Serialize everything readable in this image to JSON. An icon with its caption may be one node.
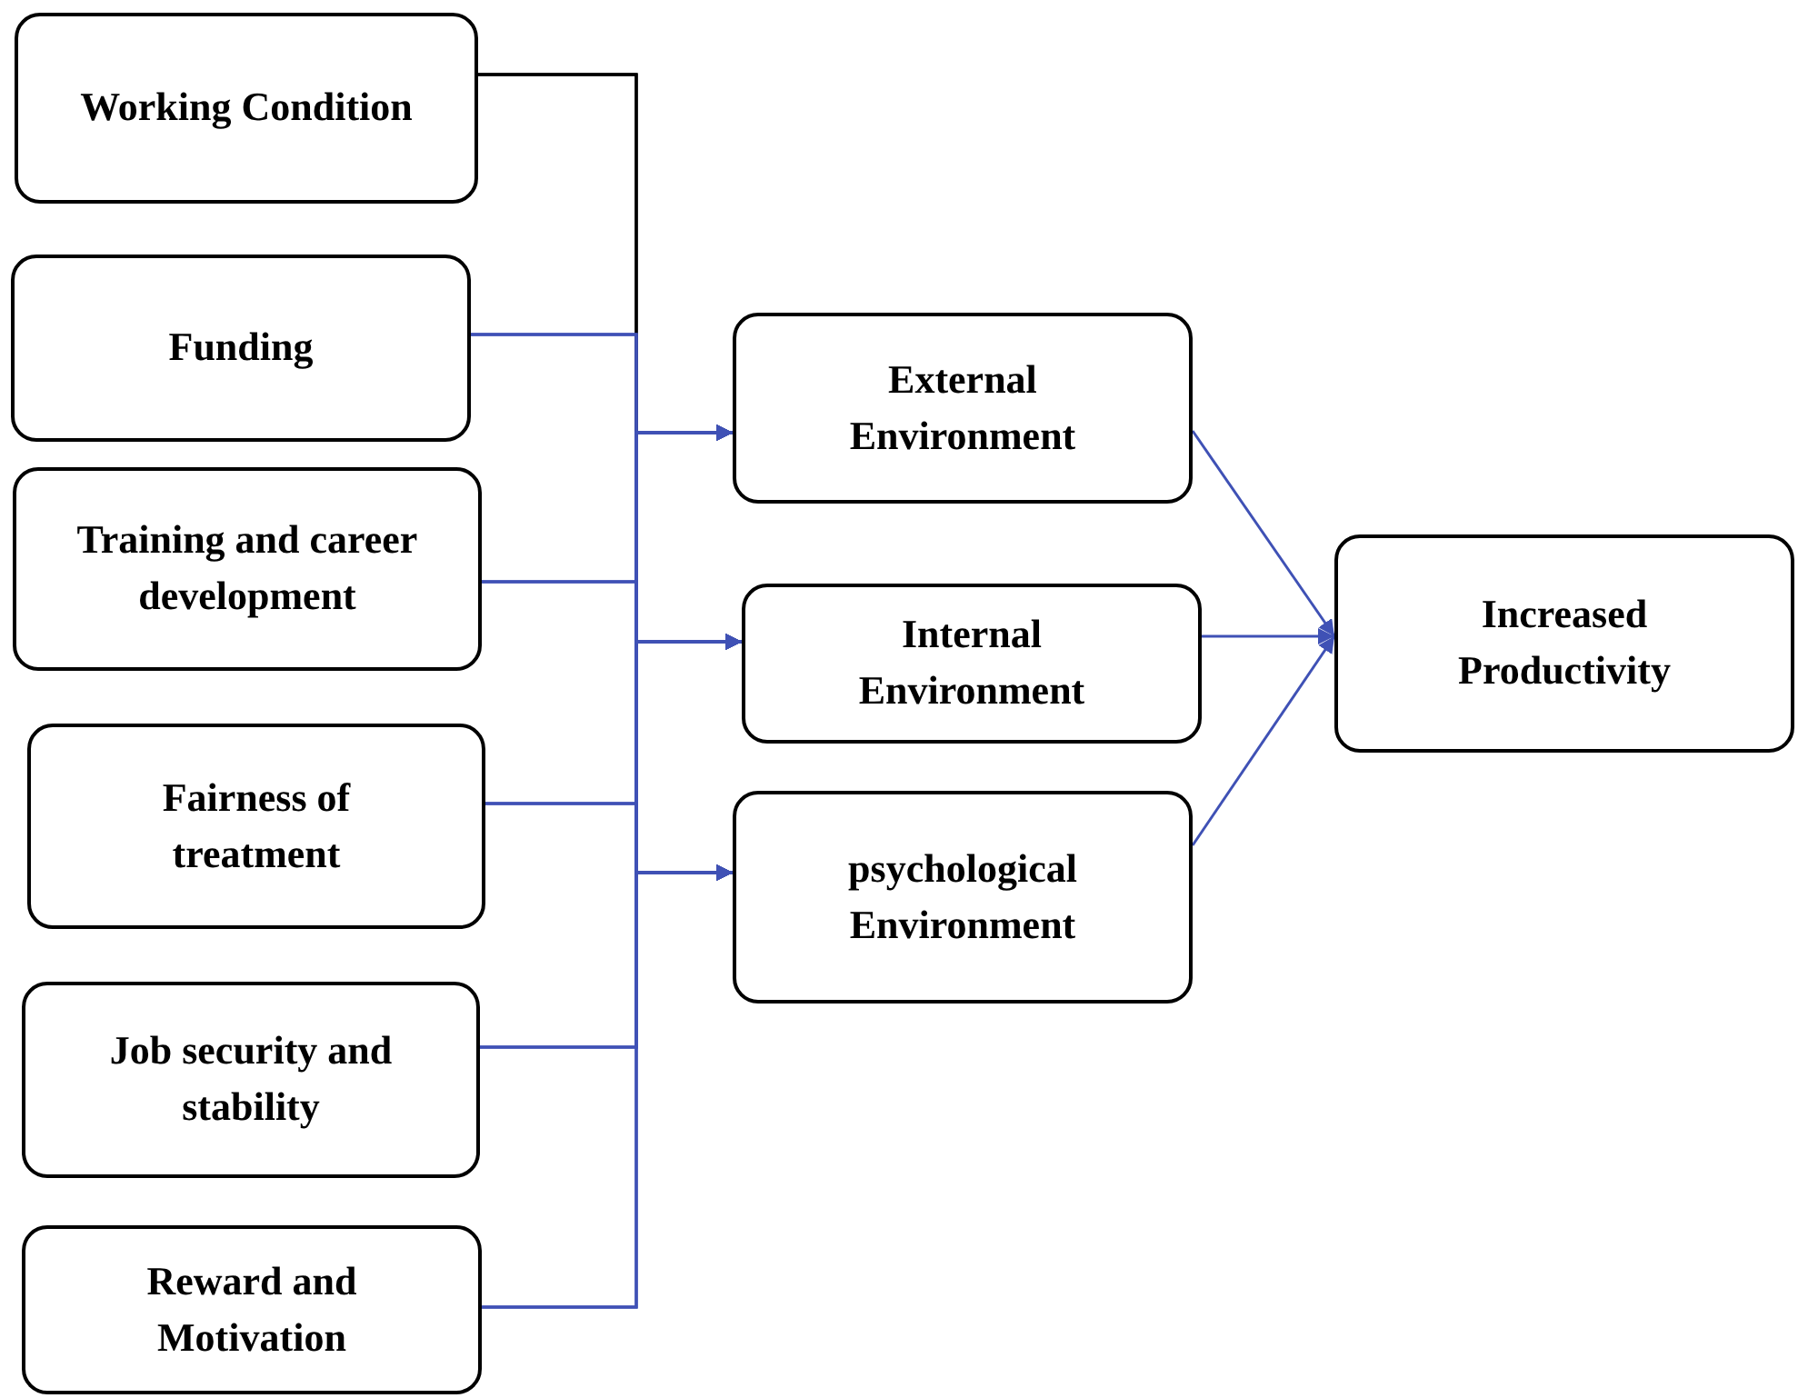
{
  "diagram": {
    "nodes": [
      {
        "text": [
          "Working Condition"
        ]
      },
      {
        "text": [
          "Funding"
        ]
      },
      {
        "text": [
          "Training and career development"
        ]
      },
      {
        "text": [
          "Fairness of treatment"
        ]
      },
      {
        "text": [
          "Job security and stability"
        ]
      },
      {
        "text": [
          "Reward and Motivation"
        ]
      },
      {
        "text": [
          "External Environment"
        ]
      },
      {
        "text": [
          "Internal Environment"
        ]
      },
      {
        "text": [
          "psychological Environment"
        ]
      },
      {
        "text": [
          "Increased Productivity"
        ]
      }
    ],
    "edges": [
      {
        "from": 0,
        "to": 6,
        "arrow": "to",
        "color": "#000000"
      },
      {
        "from": 0,
        "to": 7,
        "arrow": "to",
        "color": "#000000"
      },
      {
        "from": 0,
        "to": 8,
        "arrow": "to",
        "color": "#000000"
      },
      {
        "from": 1,
        "to": 6,
        "arrow": "to"
      },
      {
        "from": 1,
        "to": 7,
        "arrow": "to"
      },
      {
        "from": 1,
        "to": 8,
        "arrow": "to"
      },
      {
        "from": 2,
        "to": 6,
        "arrow": "to"
      },
      {
        "from": 2,
        "to": 7,
        "arrow": "to"
      },
      {
        "from": 2,
        "to": 8,
        "arrow": "to"
      },
      {
        "from": 3,
        "to": 6,
        "arrow": "to"
      },
      {
        "from": 3,
        "to": 7,
        "arrow": "to"
      },
      {
        "from": 3,
        "to": 8,
        "arrow": "to"
      },
      {
        "from": 4,
        "to": 6,
        "arrow": "to"
      },
      {
        "from": 4,
        "to": 7,
        "arrow": "to"
      },
      {
        "from": 4,
        "to": 8,
        "arrow": "to"
      },
      {
        "from": 5,
        "to": 6,
        "arrow": "to"
      },
      {
        "from": 5,
        "to": 7,
        "arrow": "to"
      },
      {
        "from": 5,
        "to": 8,
        "arrow": "to"
      },
      {
        "from": 6,
        "to": 9,
        "arrow": "to"
      },
      {
        "from": 7,
        "to": 9,
        "arrow": "to"
      },
      {
        "from": 8,
        "to": 9,
        "arrow": "to"
      }
    ]
  }
}
